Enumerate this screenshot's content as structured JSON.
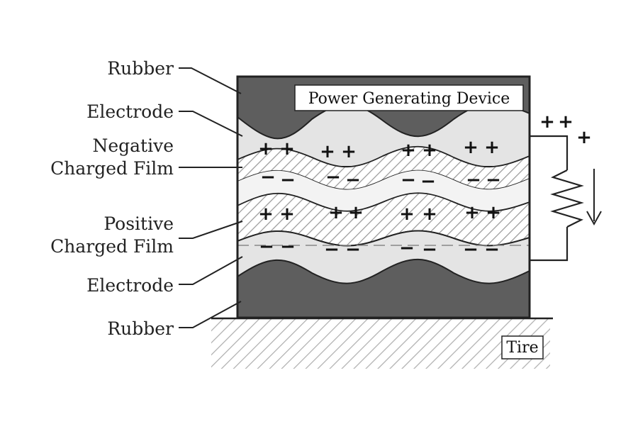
{
  "labels": {
    "rubber_top": "Rubber",
    "electrode_top": "Electrode",
    "negative_line1": "Negative",
    "negative_line2": "Charged Film",
    "positive_line1": "Positive",
    "positive_line2": "Charged Film",
    "electrode_bottom": "Electrode",
    "rubber_bottom": "Rubber",
    "device": "Power Generating Device",
    "tire": "Tire"
  },
  "signs": {
    "plus": "+",
    "minus": "−"
  },
  "colors": {
    "rubber": "#5e5e5e",
    "electrode": "#e4e4e4",
    "outline": "#222222"
  }
}
